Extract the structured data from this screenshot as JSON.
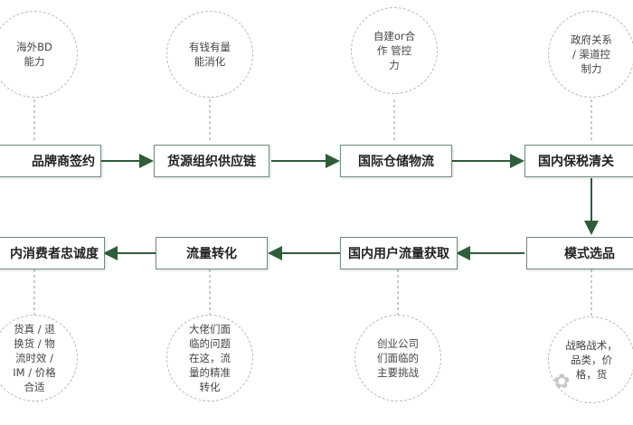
{
  "steps_top": [
    {
      "label": "品牌商签约"
    },
    {
      "label": "货源组织供应链"
    },
    {
      "label": "国际仓储物流"
    },
    {
      "label": "国内保税清关"
    }
  ],
  "steps_bottom": [
    {
      "label": "内消费者忠诚度"
    },
    {
      "label": "流量转化"
    },
    {
      "label": "国内用户流量获取"
    },
    {
      "label": "模式选品"
    }
  ],
  "notes_top": [
    {
      "text": "海外BD\n能力"
    },
    {
      "text": "有钱有量\n能消化"
    },
    {
      "text": "自建or合\n作 管控\n力"
    },
    {
      "text": "政府关系\n/ 渠道控\n制力"
    }
  ],
  "notes_bottom": [
    {
      "text": "货真 / 退\n换货 / 物\n流时效 /\nIM / 价格\n合适"
    },
    {
      "text": "大佬们面\n临的问题\n在这，流\n量的精准\n转化"
    },
    {
      "text": "创业公司\n们面临的\n主要挑战"
    },
    {
      "text": "战略战术，\n品类，价\n格，货"
    }
  ],
  "colors": {
    "arrow": "#2f5d3a",
    "box_border": "#6f8f78",
    "dashed": "#b9b9b9"
  }
}
